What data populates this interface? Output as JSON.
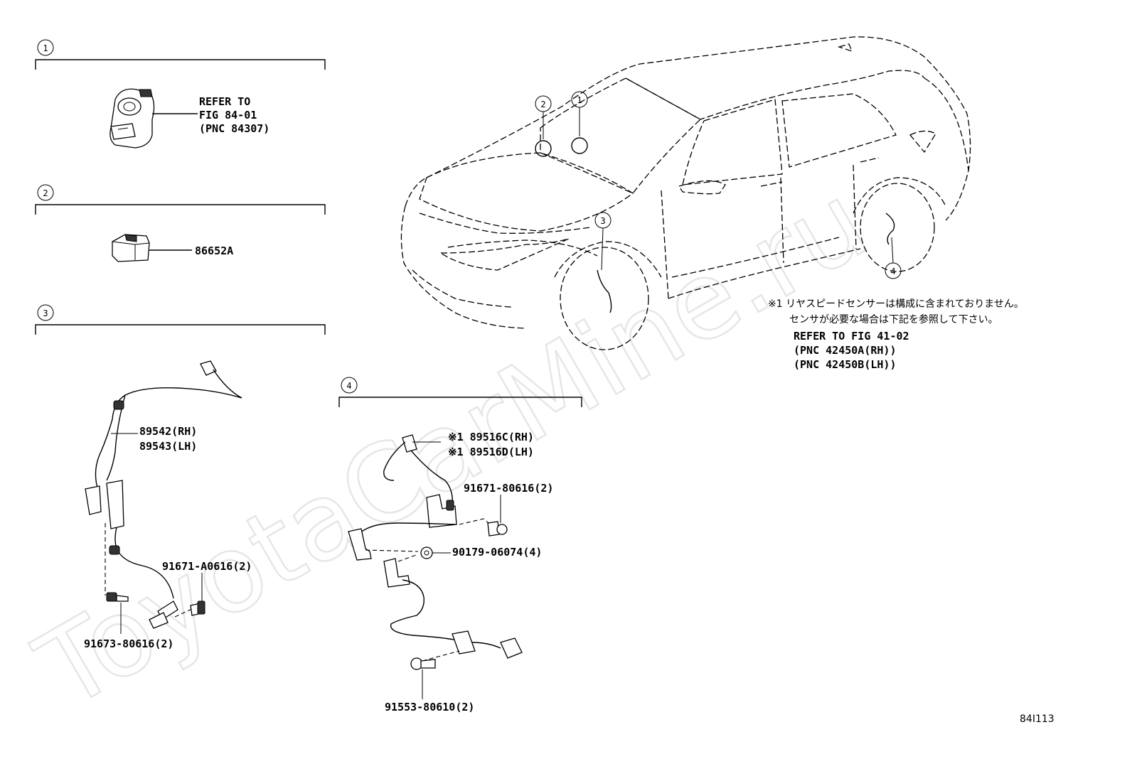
{
  "watermark": "ToyotaCarMine.ru",
  "figure_code": "84I113",
  "sections": [
    {
      "num": "1",
      "refer": [
        "REFER TO",
        "FIG 84-01",
        "(PNC 84307)"
      ]
    },
    {
      "num": "2",
      "part": "86652A"
    },
    {
      "num": "3",
      "parts": [
        "89542(RH)",
        "89543(LH)",
        "91671-A0616(2)",
        "91673-80616(2)"
      ]
    },
    {
      "num": "4",
      "parts": [
        "※1 89516C(RH)",
        "※1 89516D(LH)",
        "91671-80616(2)",
        "90179-06074(4)",
        "91553-80610(2)"
      ]
    }
  ],
  "car_callouts": [
    "1",
    "2",
    "3",
    "4"
  ],
  "note": {
    "line1": "※1 リヤスピードセンサーは構成に含まれておりません。",
    "line2": "センサが必要な場合は下記を参照して下さい。",
    "line3": "REFER TO FIG 41-02",
    "line4": "(PNC 42450A(RH))",
    "line5": "(PNC 42450B(LH))"
  }
}
